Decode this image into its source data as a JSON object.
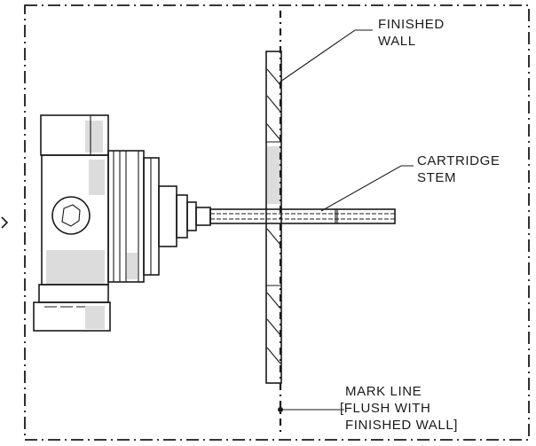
{
  "labels": {
    "finished_wall": [
      "FINISHED",
      "WALL"
    ],
    "cartridge_stem": [
      "CARTRIDGE",
      "STEM"
    ],
    "mark_line": [
      "MARK LINE",
      "[FLUSH WITH",
      "FINISHED WALL]"
    ]
  },
  "colors": {
    "line": "#1a1a1a",
    "shade": "#dcdcdc",
    "background": "#ffffff"
  }
}
